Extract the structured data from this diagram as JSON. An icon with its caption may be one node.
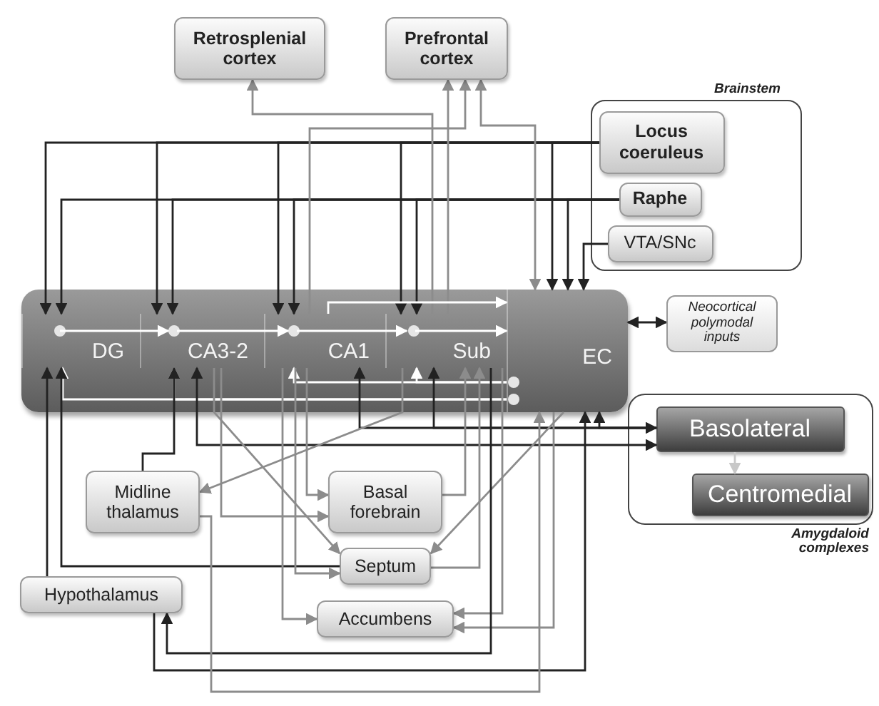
{
  "diagram": {
    "nodes": [
      {
        "text": [
          "Retrosplenial cortex"
        ]
      },
      {
        "text": [
          "Prefrontal cortex"
        ]
      },
      {
        "text": [
          "Brainstem"
        ]
      },
      {
        "text": [
          "Locus coeruleus"
        ],
        "in": 2
      },
      {
        "text": [
          "Raphe"
        ],
        "in": 2
      },
      {
        "text": [
          "VTA/SNc"
        ],
        "in": 2
      },
      {
        "text": [],
        "shape": "box"
      },
      {
        "text": [
          "DG"
        ],
        "in": 6
      },
      {
        "text": [
          "CA3-2"
        ],
        "in": 6
      },
      {
        "text": [
          "CA1"
        ],
        "in": 6
      },
      {
        "text": [
          "Sub"
        ],
        "in": 6
      },
      {
        "text": [
          "EC"
        ],
        "in": 6
      },
      {
        "text": [
          "Neocortical polymodal inputs"
        ]
      },
      {
        "text": [
          "Amygdaloid complexes"
        ]
      },
      {
        "text": [
          "Basolateral"
        ],
        "in": 13
      },
      {
        "text": [
          "Centromedial"
        ],
        "in": 13
      },
      {
        "text": [
          "Midline thalamus"
        ]
      },
      {
        "text": [
          "Basal forebrain"
        ]
      },
      {
        "text": [
          "Septum"
        ]
      },
      {
        "text": [
          "Hypothalamus"
        ]
      },
      {
        "text": [
          "Accumbens"
        ]
      }
    ],
    "edges": [
      {
        "from": 3,
        "to": 7,
        "arrow": "to"
      },
      {
        "from": 3,
        "to": 8,
        "arrow": "to"
      },
      {
        "from": 3,
        "to": 9,
        "arrow": "to"
      },
      {
        "from": 3,
        "to": 10,
        "arrow": "to"
      },
      {
        "from": 3,
        "to": 11,
        "arrow": "to"
      },
      {
        "from": 4,
        "to": 7,
        "arrow": "to"
      },
      {
        "from": 4,
        "to": 8,
        "arrow": "to"
      },
      {
        "from": 4,
        "to": 9,
        "arrow": "to"
      },
      {
        "from": 4,
        "to": 10,
        "arrow": "to"
      },
      {
        "from": 4,
        "to": 11,
        "arrow": "to"
      },
      {
        "from": 5,
        "to": 11,
        "arrow": "to"
      },
      {
        "from": 10,
        "to": 0,
        "arrow": "to",
        "color": "#8c8c8c"
      },
      {
        "from": 10,
        "to": 1,
        "arrow": "to",
        "color": "#8c8c8c"
      },
      {
        "from": 9,
        "to": 1,
        "arrow": "to",
        "color": "#8c8c8c"
      },
      {
        "from": 1,
        "to": 11,
        "arrow": "both",
        "color": "#8c8c8c"
      },
      {
        "from": 11,
        "to": 12,
        "arrow": "both"
      },
      {
        "from": 7,
        "to": 8,
        "arrow": "to",
        "color": "#ffffff"
      },
      {
        "from": 8,
        "to": 9,
        "arrow": "to",
        "color": "#ffffff"
      },
      {
        "from": 9,
        "to": 10,
        "arrow": "to",
        "color": "#ffffff"
      },
      {
        "from": 10,
        "to": 11,
        "arrow": "to",
        "color": "#ffffff"
      },
      {
        "from": 9,
        "to": 11,
        "arrow": "to",
        "color": "#ffffff"
      },
      {
        "from": 11,
        "to": 7,
        "arrow": "to",
        "color": "#ffffff"
      },
      {
        "from": 11,
        "to": 8,
        "arrow": "to",
        "color": "#ffffff"
      },
      {
        "from": 11,
        "to": 9,
        "arrow": "to",
        "color": "#ffffff"
      },
      {
        "from": 11,
        "to": 10,
        "arrow": "to",
        "color": "#ffffff"
      },
      {
        "from": 19,
        "to": 7,
        "arrow": "to"
      },
      {
        "from": 18,
        "to": 7,
        "arrow": "to"
      },
      {
        "from": 16,
        "to": 8,
        "arrow": "to"
      },
      {
        "from": 14,
        "to": 8,
        "arrow": "both"
      },
      {
        "from": 14,
        "to": 9,
        "arrow": "both"
      },
      {
        "from": 14,
        "to": 10,
        "arrow": "to"
      },
      {
        "from": 14,
        "to": 11,
        "arrow": "to"
      },
      {
        "from": 9,
        "to": 17,
        "arrow": "to",
        "color": "#8c8c8c"
      },
      {
        "from": 17,
        "to": 10,
        "arrow": "to",
        "color": "#8c8c8c"
      },
      {
        "from": 8,
        "to": 18,
        "arrow": "to",
        "color": "#8c8c8c"
      },
      {
        "from": 11,
        "to": 18,
        "arrow": "to",
        "color": "#8c8c8c"
      },
      {
        "from": 9,
        "to": 18,
        "arrow": "to",
        "color": "#8c8c8c"
      },
      {
        "from": 18,
        "to": 10,
        "arrow": "to",
        "color": "#8c8c8c"
      },
      {
        "from": 9,
        "to": 20,
        "arrow": "to",
        "color": "#8c8c8c"
      },
      {
        "from": 10,
        "to": 20,
        "arrow": "to",
        "color": "#8c8c8c"
      },
      {
        "from": 11,
        "to": 20,
        "arrow": "to",
        "color": "#8c8c8c"
      },
      {
        "from": 8,
        "to": 17,
        "arrow": "to",
        "color": "#8c8c8c"
      },
      {
        "from": 10,
        "to": 19,
        "arrow": "to"
      },
      {
        "from": 19,
        "to": 11,
        "arrow": "to"
      },
      {
        "from": 16,
        "to": 11,
        "arrow": "to",
        "color": "#8c8c8c"
      },
      {
        "from": 10,
        "to": 16,
        "arrow": "to",
        "color": "#8c8c8c"
      },
      {
        "from": 14,
        "to": 15,
        "arrow": "to",
        "color": "#c8c8c8"
      }
    ]
  }
}
